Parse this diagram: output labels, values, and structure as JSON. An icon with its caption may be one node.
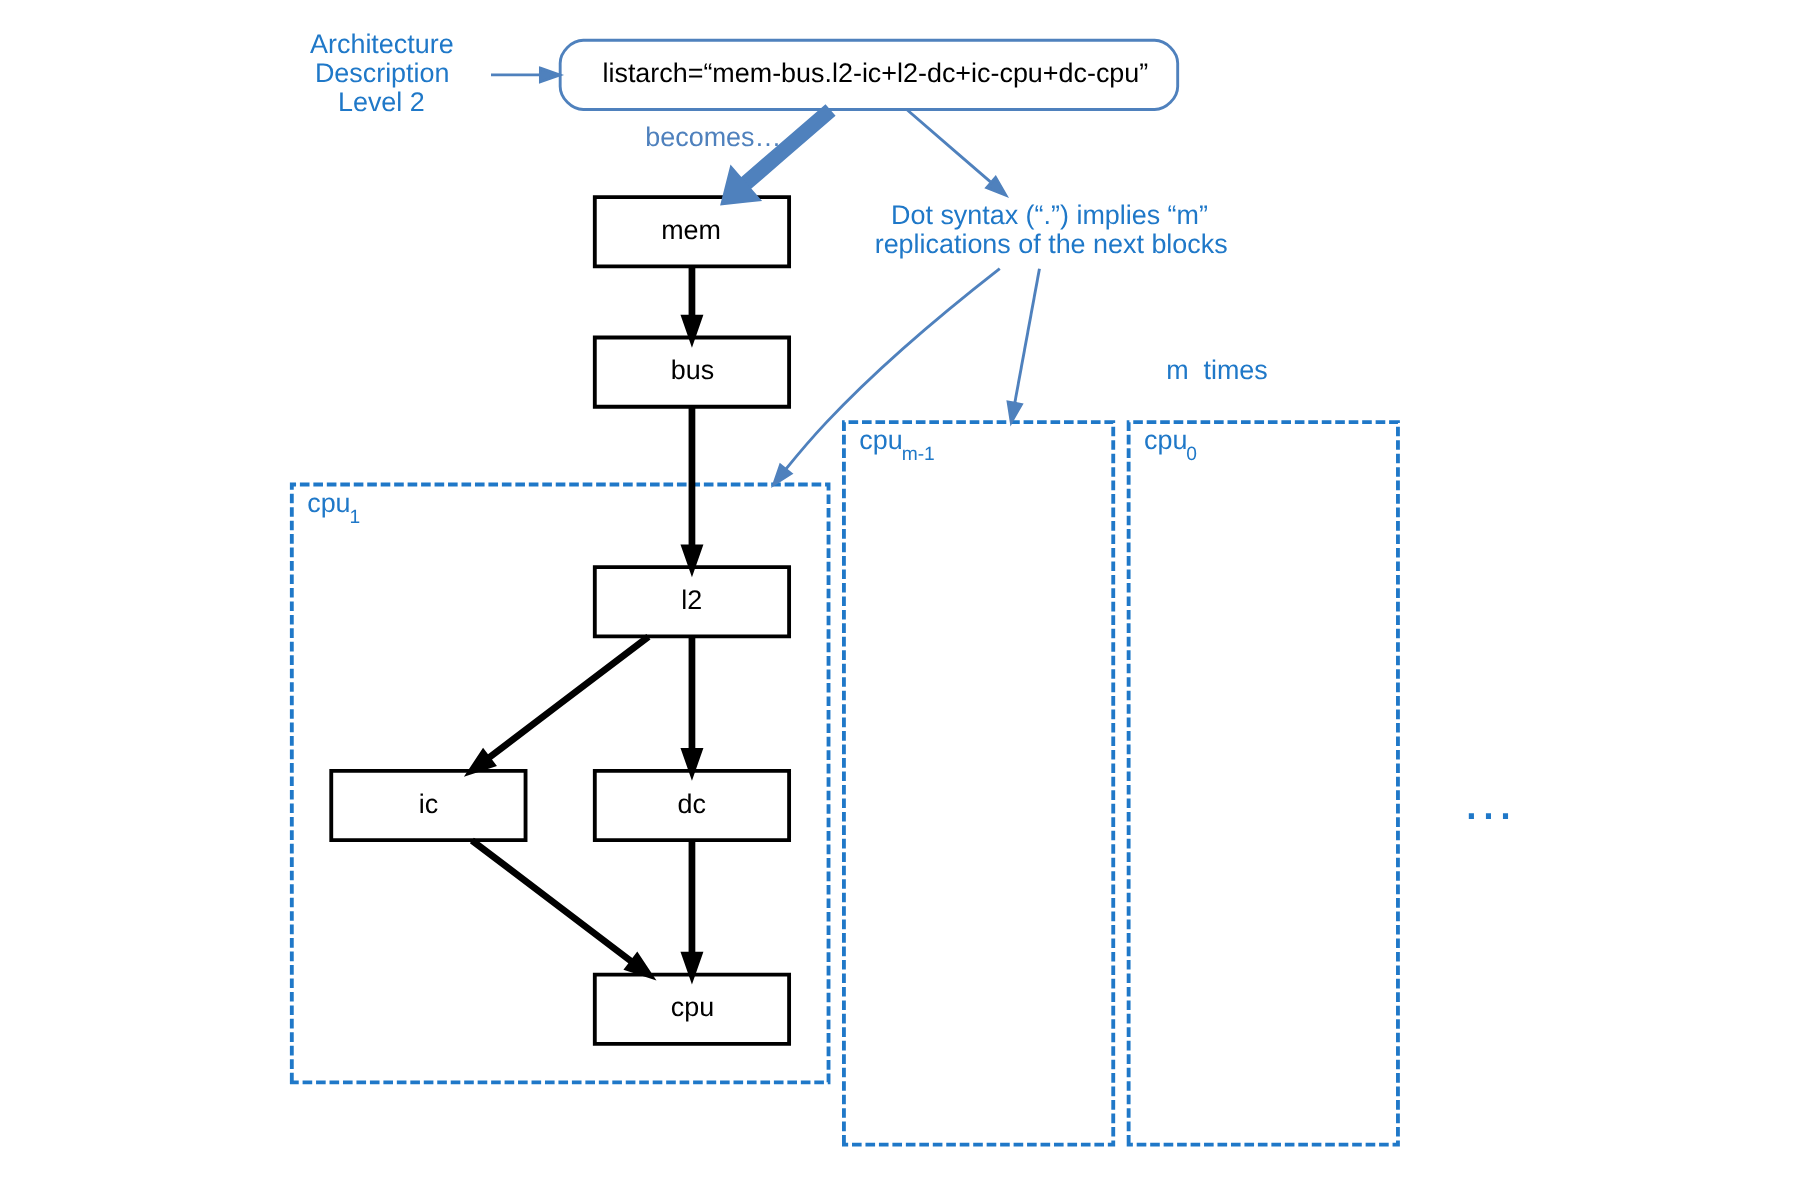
{
  "diagram": {
    "nodes": [
      {
        "text": [
          "Architecture Description Level 2"
        ]
      },
      {
        "text": [
          "listarch=“mem-bus.l2-ic+l2-dc+ic-cpu+dc-cpu”"
        ]
      },
      {
        "text": [
          "mem"
        ]
      },
      {
        "text": [
          "bus"
        ]
      },
      {
        "text": [
          "Dot syntax (“.”) implies “m” replications of the next blocks"
        ]
      },
      {
        "text": [
          "cpu$_{0}$"
        ]
      },
      {
        "text": [
          "cpu$_{1}$"
        ]
      },
      {
        "text": [
          "l2"
        ],
        "in": 6
      },
      {
        "text": [
          "ic"
        ],
        "in": 6
      },
      {
        "text": [
          "dc"
        ],
        "in": 6
      },
      {
        "text": [
          "cpu"
        ],
        "in": 6
      },
      {
        "text": [
          "cpu$_{m-1}$"
        ]
      }
    ],
    "edges": [
      {
        "from": 0,
        "to": 1,
        "arrow": "to",
        "color": "#4f81bd"
      },
      {
        "from": 1,
        "to": 2,
        "arrow": "to",
        "label": "becomes…",
        "style": "thick",
        "color": "#4f81bd"
      },
      {
        "from": 2,
        "to": 3,
        "arrow": "to"
      },
      {
        "from": 3,
        "to": 7,
        "arrow": "to"
      },
      {
        "from": 7,
        "to": 8,
        "arrow": "to"
      },
      {
        "from": 7,
        "to": 9,
        "arrow": "to"
      },
      {
        "from": 8,
        "to": 10,
        "arrow": "to"
      },
      {
        "from": 9,
        "to": 10,
        "arrow": "to"
      },
      {
        "from": 1,
        "to": 4,
        "arrow": "to",
        "color": "#4f81bd"
      },
      {
        "from": 4,
        "to": 6,
        "arrow": "to",
        "color": "#4f81bd"
      },
      {
        "from": 4,
        "to": 11,
        "arrow": "to",
        "color": "#4f81bd"
      }
    ],
    "labels": [
      "m  times",
      "…"
    ]
  }
}
